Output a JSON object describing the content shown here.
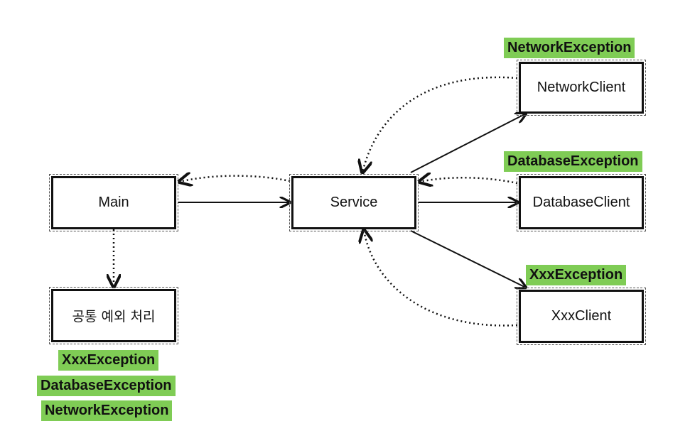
{
  "nodes": {
    "main": "Main",
    "service": "Service",
    "common": "공통 예외 처리",
    "network_client": "NetworkClient",
    "database_client": "DatabaseClient",
    "xxx_client": "XxxClient"
  },
  "labels": {
    "network_exception": "NetworkException",
    "database_exception": "DatabaseException",
    "xxx_exception": "XxxException"
  },
  "common_exceptions": [
    "XxxException",
    "DatabaseException",
    "NetworkException"
  ],
  "colors": {
    "highlight": "#7fcc55",
    "stroke": "#111111",
    "background": "#ffffff"
  }
}
